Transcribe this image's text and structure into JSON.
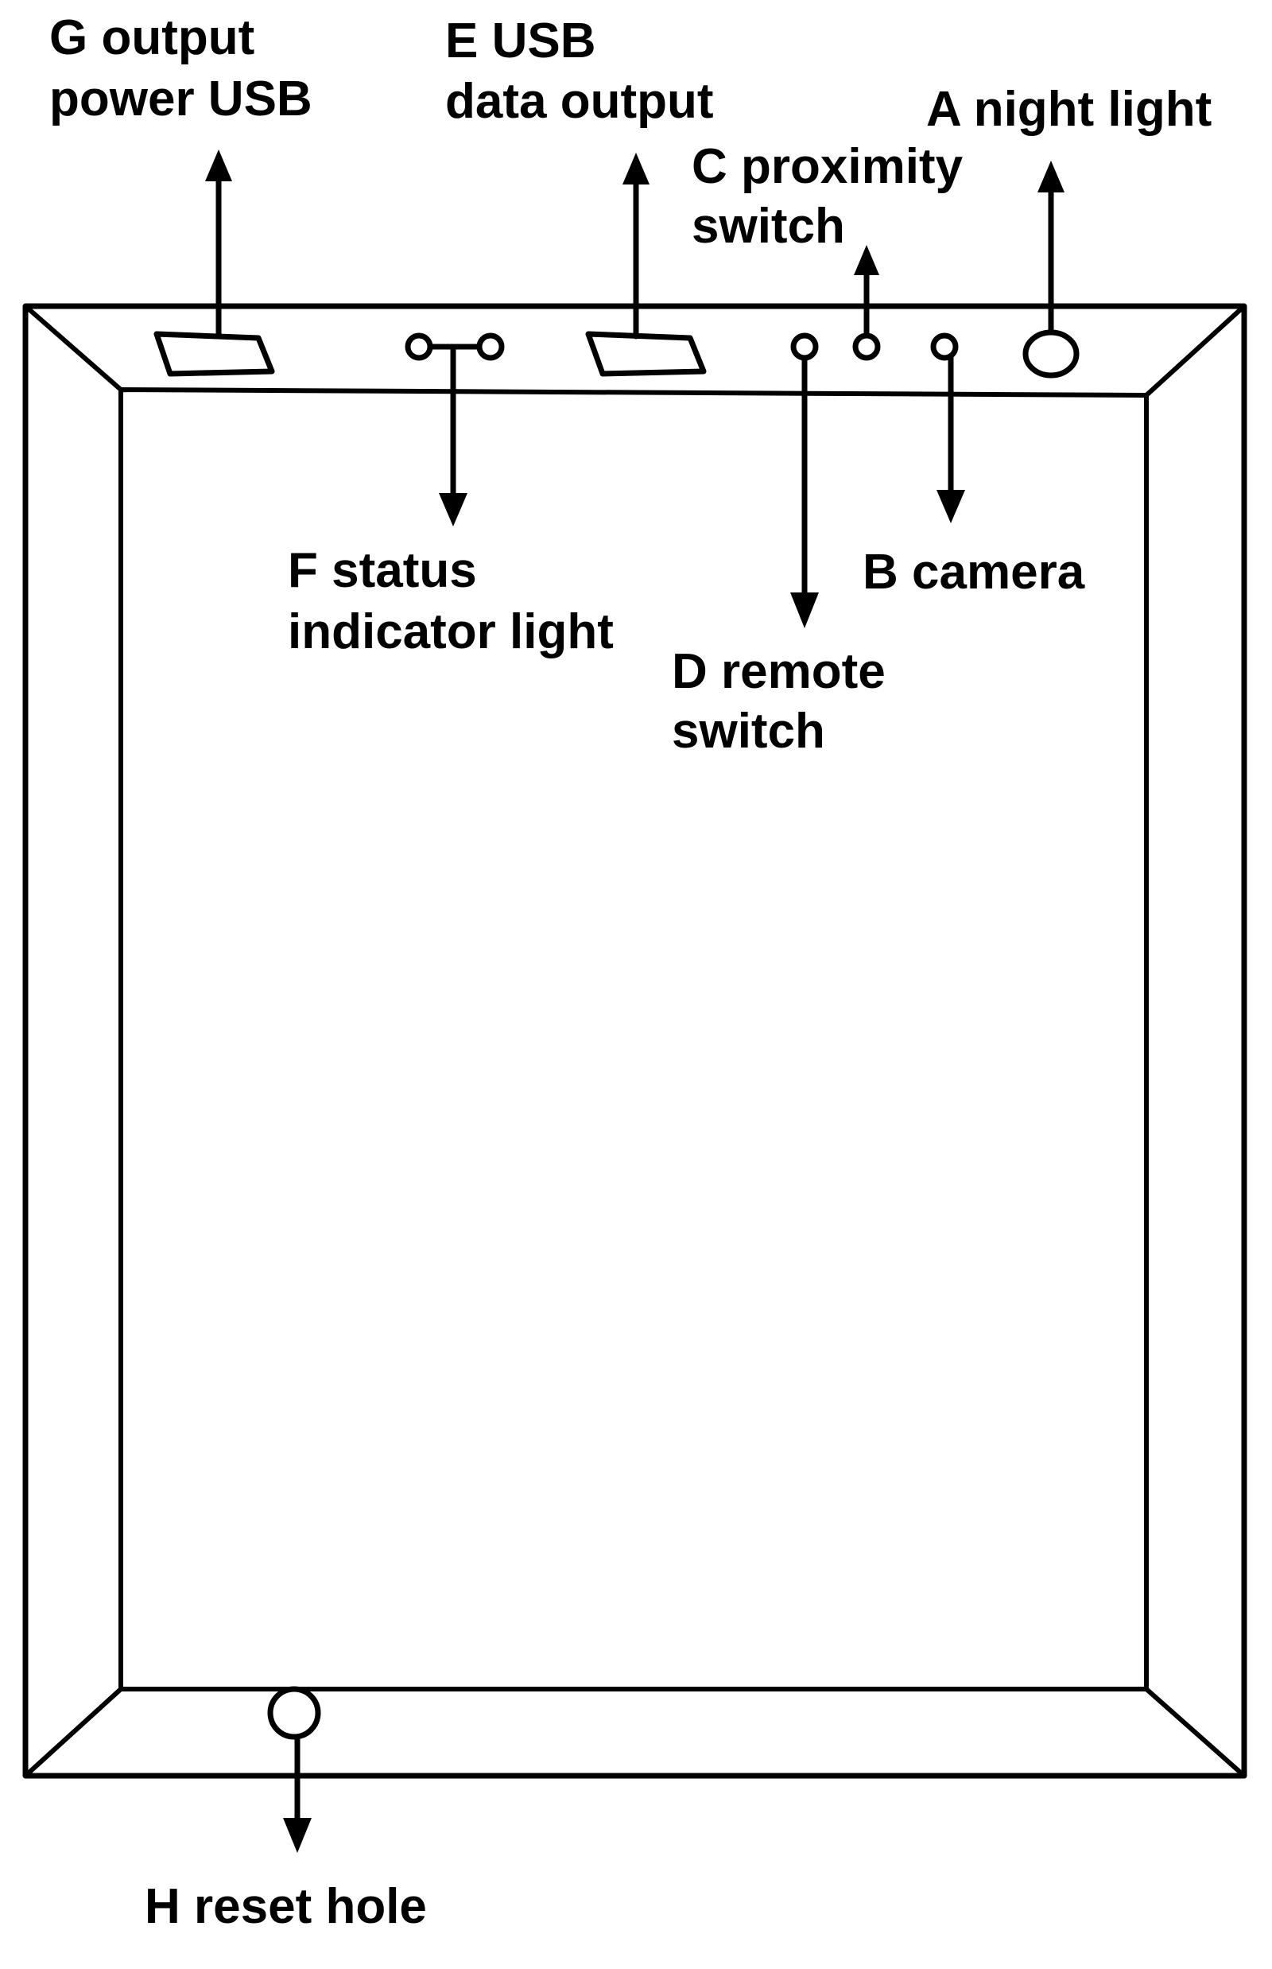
{
  "colors": {
    "line": "#000000",
    "background": "#ffffff"
  },
  "labels": {
    "G": [
      "G output",
      "power USB"
    ],
    "E": [
      "E USB",
      "data output"
    ],
    "A": [
      "A night light"
    ],
    "C": [
      "C proximity",
      "switch"
    ],
    "F": [
      "F status",
      "indicator light"
    ],
    "B": [
      "B camera"
    ],
    "D": [
      "D remote",
      "switch"
    ],
    "H": [
      "H reset hole"
    ]
  }
}
